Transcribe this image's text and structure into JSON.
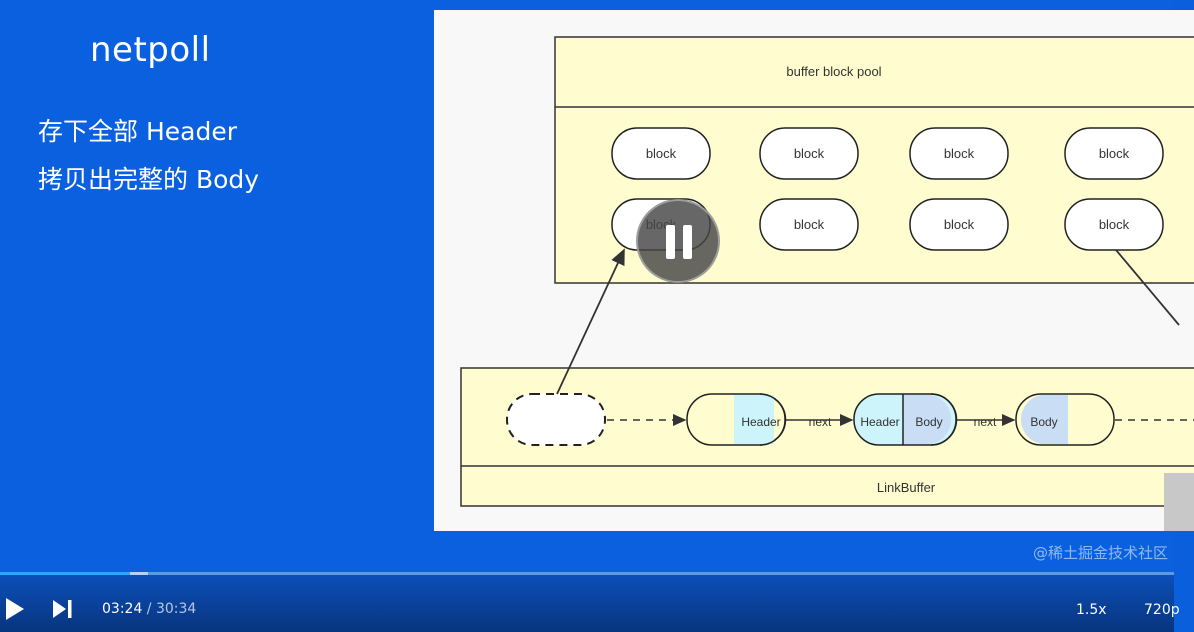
{
  "slide": {
    "title": "netpoll",
    "bullets": [
      "存下全部 Header",
      "拷贝出完整的 Body"
    ]
  },
  "diagram": {
    "pool_label": "buffer block pool",
    "block_label": "block",
    "linkbuffer_label": "LinkBuffer",
    "header_label": "Header",
    "body_label": "Body",
    "next_label": "next"
  },
  "watermark": "@稀土掘金技术社区",
  "player": {
    "current_time": "03:24",
    "separator": " / ",
    "duration": "30:34",
    "speed": "1.5x",
    "quality": "720p",
    "progress_fraction": 0.111,
    "buffered_fraction": 0.126,
    "state": "playing"
  },
  "colors": {
    "slide_bg": "#0a60de",
    "pool_fill": "#fffdd0",
    "header_fill": "#cdf3fb",
    "body_fill": "#c9ddf5",
    "progress": "#2aa7ff"
  }
}
